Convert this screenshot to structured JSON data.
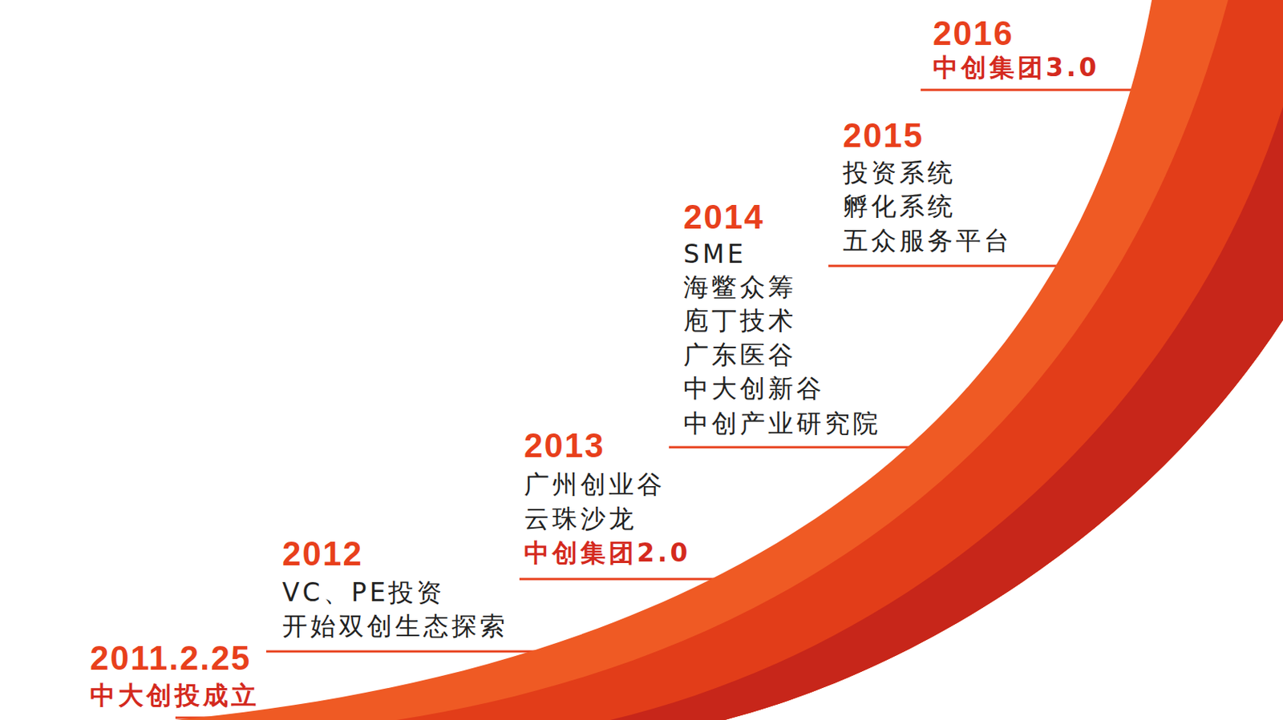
{
  "diagram": {
    "labels": [
      "2011.2.25",
      "中大创投成立",
      "2012",
      "VC、PE投资",
      "开始双创生态探索",
      "2013",
      "广州创业谷",
      "云珠沙龙",
      "中创集团2.0",
      "2014",
      "SME",
      "海鳖众筹",
      "庖丁技术",
      "广东医谷",
      "中大创新谷",
      "中创产业研究院",
      "2015",
      "投资系统",
      "孵化系统",
      "五众服务平台",
      "2016",
      "中创集团3.0"
    ]
  }
}
